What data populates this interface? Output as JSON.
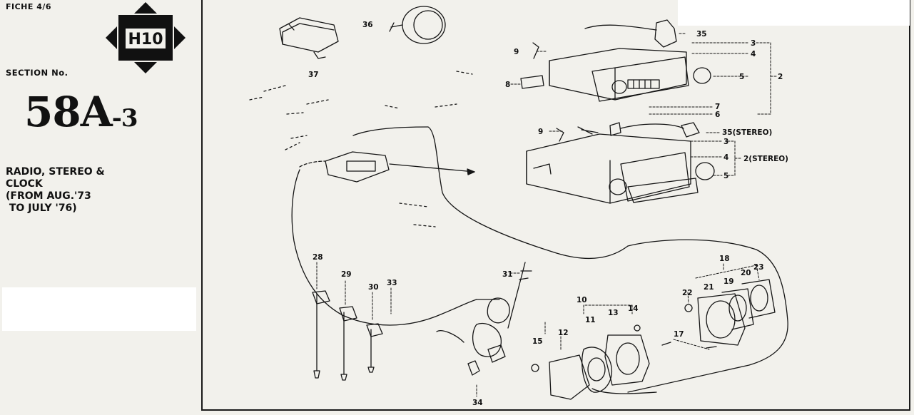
{
  "sheet": {
    "fiche": "FICHE  4/6",
    "badge_code": "H10",
    "section_label": "SECTION No.",
    "section_number": "58A",
    "section_suffix": "-3",
    "title_lines": [
      "RADIO, STEREO &",
      "CLOCK",
      "(FROM AUG.'73",
      " TO JULY '76)"
    ]
  },
  "callouts": [
    {
      "id": "2",
      "label": "2"
    },
    {
      "id": "2s",
      "label": "2(STEREO)"
    },
    {
      "id": "3a",
      "label": "3"
    },
    {
      "id": "3b",
      "label": "3"
    },
    {
      "id": "4a",
      "label": "4"
    },
    {
      "id": "4b",
      "label": "4"
    },
    {
      "id": "5a",
      "label": "5"
    },
    {
      "id": "5b",
      "label": "5"
    },
    {
      "id": "6",
      "label": "6"
    },
    {
      "id": "7",
      "label": "7"
    },
    {
      "id": "8",
      "label": "8"
    },
    {
      "id": "9a",
      "label": "9"
    },
    {
      "id": "9b",
      "label": "9"
    },
    {
      "id": "10",
      "label": "10"
    },
    {
      "id": "11",
      "label": "11"
    },
    {
      "id": "12",
      "label": "12"
    },
    {
      "id": "13",
      "label": "13"
    },
    {
      "id": "14",
      "label": "14"
    },
    {
      "id": "15",
      "label": "15"
    },
    {
      "id": "17",
      "label": "17"
    },
    {
      "id": "18",
      "label": "18"
    },
    {
      "id": "19",
      "label": "19"
    },
    {
      "id": "20",
      "label": "20"
    },
    {
      "id": "21",
      "label": "21"
    },
    {
      "id": "22",
      "label": "22"
    },
    {
      "id": "23",
      "label": "23"
    },
    {
      "id": "28",
      "label": "28"
    },
    {
      "id": "29",
      "label": "29"
    },
    {
      "id": "30",
      "label": "30"
    },
    {
      "id": "31",
      "label": "31"
    },
    {
      "id": "33",
      "label": "33"
    },
    {
      "id": "34",
      "label": "34"
    },
    {
      "id": "35a",
      "label": "35"
    },
    {
      "id": "35s",
      "label": "35(STEREO)"
    },
    {
      "id": "36",
      "label": "36"
    },
    {
      "id": "37",
      "label": "37"
    }
  ]
}
